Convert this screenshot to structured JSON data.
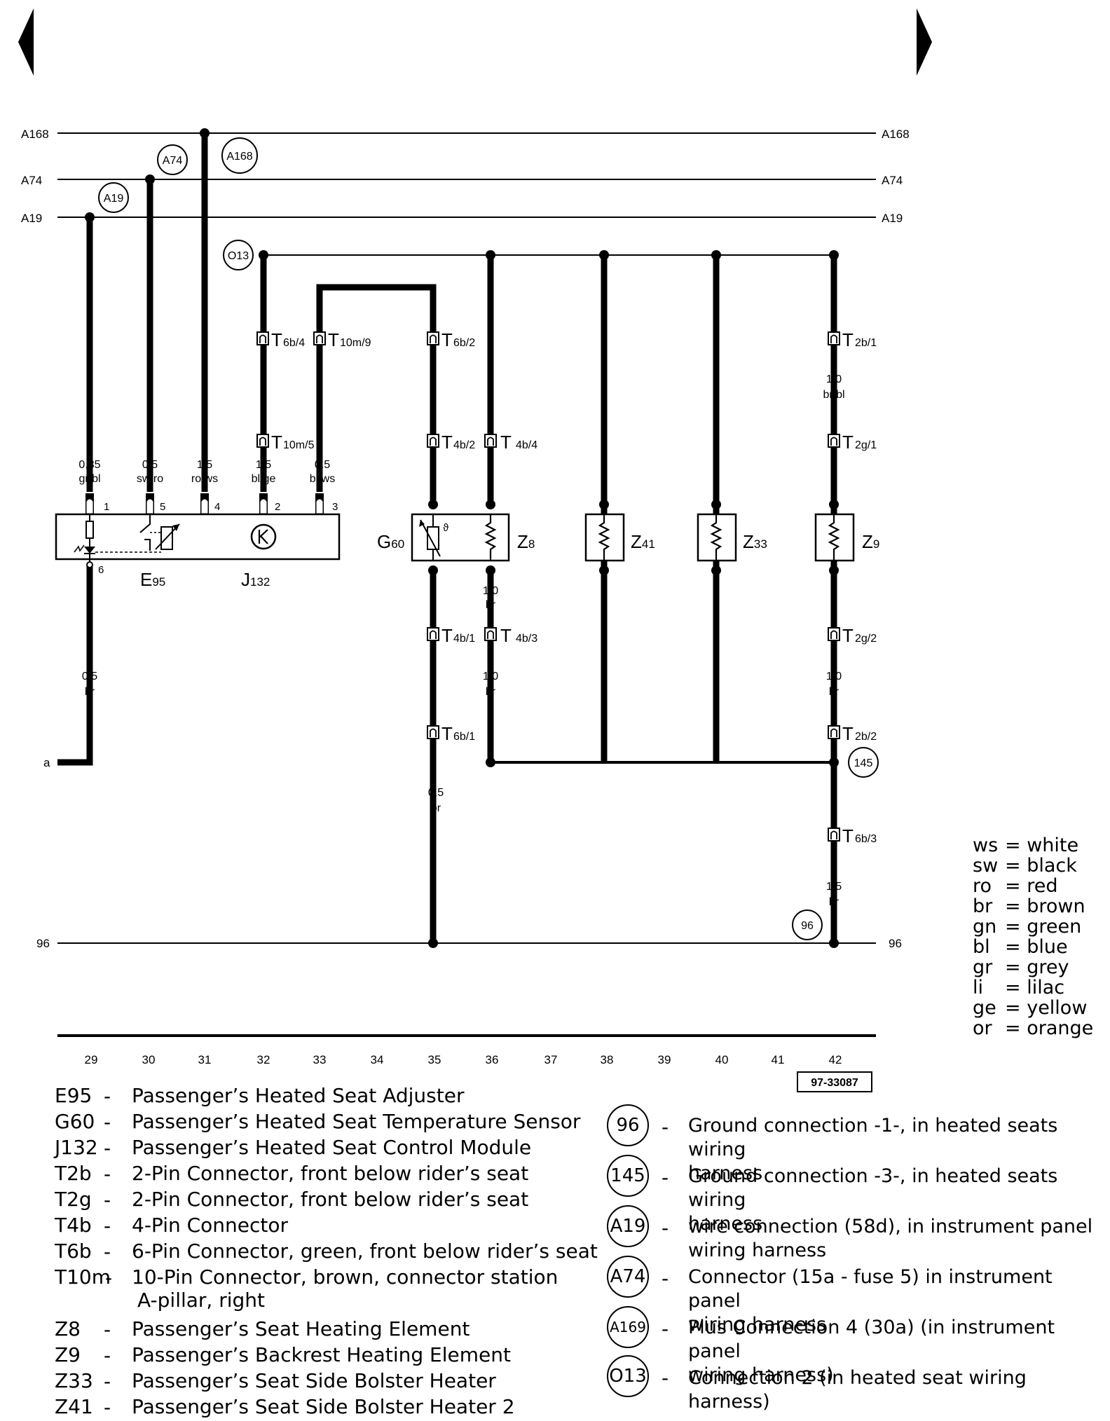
{
  "bus_lines": [
    {
      "id": "A168",
      "label_left": "A168",
      "label_right": "A168"
    },
    {
      "id": "A74",
      "label_left": "A74",
      "label_right": "A74"
    },
    {
      "id": "A19",
      "label_left": "A19",
      "label_right": "A19"
    },
    {
      "id": "96",
      "label_left": "96",
      "label_right": "96"
    }
  ],
  "circle_labels": [
    "A74",
    "A168",
    "A19",
    "O13",
    "145",
    "96"
  ],
  "wire_specs": {
    "w29": [
      "0,35",
      "gr/bl"
    ],
    "w30": [
      "0,5",
      "sw/ro"
    ],
    "w31": [
      "1,5",
      "ro/ws"
    ],
    "w32": [
      "1,5",
      "bl/ge"
    ],
    "w33": [
      "0,5",
      "bl/ws"
    ],
    "w29_lower": [
      "0,5",
      "br"
    ],
    "w35_lower": [
      "0,5",
      "br"
    ],
    "w36_mid": [
      "1,0",
      "br"
    ],
    "w36_lower": [
      "1,0",
      "br"
    ],
    "w42_upper": [
      "1,0",
      "br/bl"
    ],
    "w42_mid": [
      "1,0",
      "br"
    ],
    "w42_lower": [
      "1,5",
      "br"
    ]
  },
  "pin_numbers": [
    "1",
    "5",
    "4",
    "2",
    "3",
    "6"
  ],
  "connectors": [
    {
      "main": "T",
      "sub": "6b/4"
    },
    {
      "main": "T",
      "sub": "10m/9"
    },
    {
      "main": "T",
      "sub": "6b/2"
    },
    {
      "main": "T",
      "sub": "2b/1"
    },
    {
      "main": "T",
      "sub": "10m/5"
    },
    {
      "main": "T",
      "sub": "4b/2"
    },
    {
      "main": "T",
      "sub": "4b/4"
    },
    {
      "main": "T",
      "sub": "2g/1"
    },
    {
      "main": "T",
      "sub": "4b/1"
    },
    {
      "main": "T",
      "sub": "4b/3"
    },
    {
      "main": "T",
      "sub": "2g/2"
    },
    {
      "main": "T",
      "sub": "6b/1"
    },
    {
      "main": "T",
      "sub": "2b/2"
    },
    {
      "main": "T",
      "sub": "6b/3"
    }
  ],
  "components": [
    {
      "main": "E",
      "sub": "95"
    },
    {
      "main": "J",
      "sub": "132"
    },
    {
      "main": "G",
      "sub": "60"
    },
    {
      "main": "Z",
      "sub": "8"
    },
    {
      "main": "Z",
      "sub": "41"
    },
    {
      "main": "Z",
      "sub": "33"
    },
    {
      "main": "Z",
      "sub": "9"
    }
  ],
  "ground_a_label": "a",
  "current_track_numbers": [
    "29",
    "30",
    "31",
    "32",
    "33",
    "34",
    "35",
    "36",
    "37",
    "38",
    "39",
    "40",
    "41",
    "42"
  ],
  "figure_id": "97-33087",
  "legend": [
    {
      "code": "E95",
      "desc": "Passenger’s Heated Seat Adjuster"
    },
    {
      "code": "G60",
      "desc": "Passenger’s Heated Seat Temperature Sensor"
    },
    {
      "code": "J132",
      "desc": "Passenger’s Heated Seat Control Module"
    },
    {
      "code": "T2b",
      "desc": "2-Pin Connector, front below rider’s seat"
    },
    {
      "code": "T2g",
      "desc": "2-Pin Connector, front below rider’s seat"
    },
    {
      "code": "T4b",
      "desc": "4-Pin Connector"
    },
    {
      "code": "T6b",
      "desc": "6-Pin Connector, green, front below rider’s seat"
    },
    {
      "code": "T10m",
      "desc": "10-Pin Connector, brown, connector station"
    },
    {
      "code": "",
      "desc": "A-pillar, right"
    },
    {
      "code": "Z8",
      "desc": "Passenger’s Seat Heating Element"
    },
    {
      "code": "Z9",
      "desc": "Passenger’s Backrest Heating Element"
    },
    {
      "code": "Z33",
      "desc": "Passenger’s Seat Side Bolster Heater"
    },
    {
      "code": "Z41",
      "desc": "Passenger’s Seat Side Bolster Heater 2"
    }
  ],
  "ground_legend": [
    {
      "code": "96",
      "line1": "Ground connection -1-, in heated seats wiring",
      "line2": "harness"
    },
    {
      "code": "145",
      "line1": "Ground connection -3-, in heated seats wiring",
      "line2": "harness"
    },
    {
      "code": "A19",
      "line1": "wire connection (58d), in instrument panel",
      "line2": "wiring harness"
    },
    {
      "code": "A74",
      "line1": "Connector (15a - fuse 5) in instrument panel",
      "line2": "wiring harness"
    },
    {
      "code": "A169",
      "line1": "Plus Connection 4 (30a) (in instrument panel",
      "line2": "wiring harness)"
    },
    {
      "code": "O13",
      "line1": "Connection 2 (in heated seat wiring harness)",
      "line2": ""
    }
  ],
  "color_key": [
    {
      "abbr": "ws",
      "name": "white"
    },
    {
      "abbr": "sw",
      "name": "black"
    },
    {
      "abbr": "ro",
      "name": "red"
    },
    {
      "abbr": "br",
      "name": "brown"
    },
    {
      "abbr": "gn",
      "name": "green"
    },
    {
      "abbr": "bl",
      "name": "blue"
    },
    {
      "abbr": "gr",
      "name": "grey"
    },
    {
      "abbr": "li",
      "name": "lilac"
    },
    {
      "abbr": "ge",
      "name": "yellow"
    },
    {
      "abbr": "or",
      "name": "orange"
    }
  ]
}
